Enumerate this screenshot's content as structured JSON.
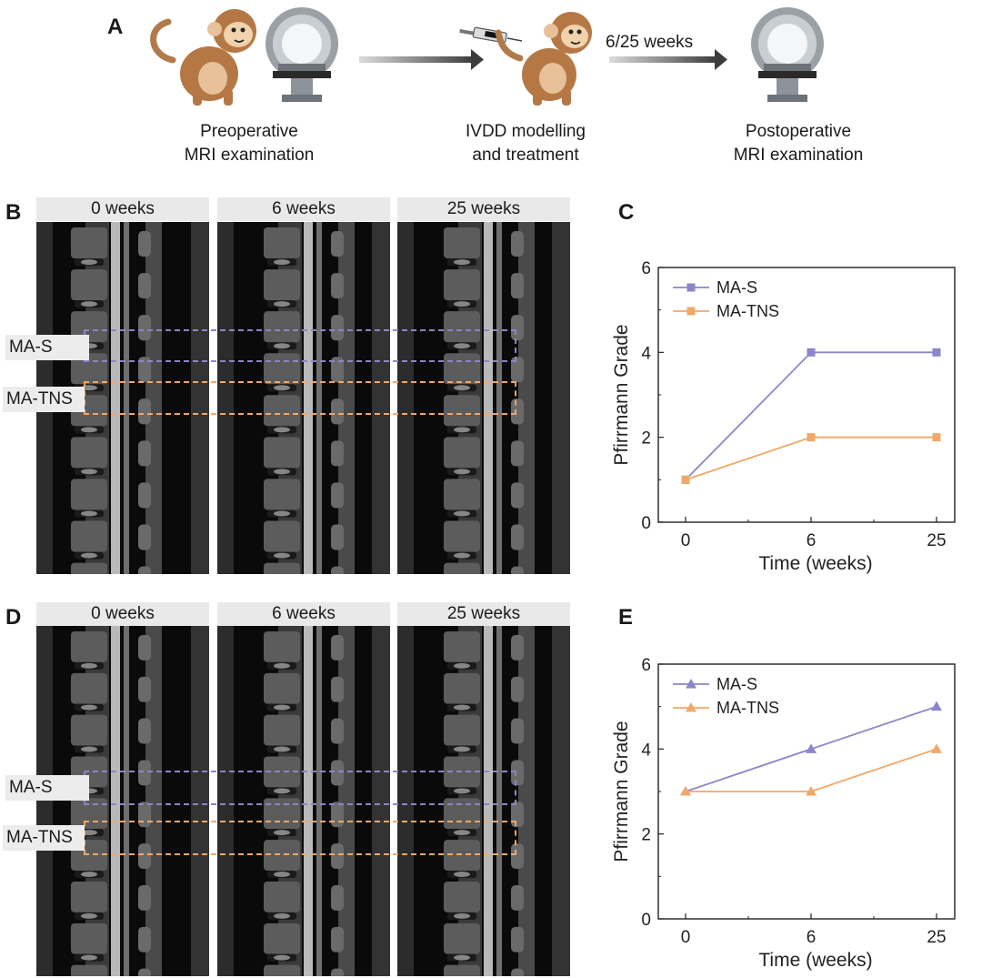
{
  "panels": {
    "a": "A",
    "b": "B",
    "c": "C",
    "d": "D",
    "e": "E"
  },
  "schematic": {
    "step1": [
      "Preoperative",
      "MRI examination"
    ],
    "step2": [
      "IVDD modelling",
      "and treatment"
    ],
    "step3": [
      "Postoperative",
      "MRI examination"
    ],
    "arrow_label": "6/25 weeks"
  },
  "mri_top": {
    "columns": [
      "0 weeks",
      "6 weeks",
      "25 weeks"
    ],
    "rows": [
      "MA-S",
      "MA-TNS"
    ]
  },
  "mri_bottom": {
    "columns": [
      "0 weeks",
      "6 weeks",
      "25 weeks"
    ],
    "rows": [
      "MA-S",
      "MA-TNS"
    ]
  },
  "colors": {
    "ma_s": "#8a86c8",
    "ma_tns": "#f0a868"
  },
  "chart_data": [
    {
      "type": "line",
      "panel": "C",
      "xlabel": "Time (weeks)",
      "ylabel": "Pfirrmann Grade",
      "categories": [
        "0",
        "6",
        "25"
      ],
      "ylim": [
        0,
        6
      ],
      "yticks": [
        "0",
        "2",
        "4",
        "6"
      ],
      "marker": "square",
      "legend": "top-left",
      "series": [
        {
          "name": "MA-S",
          "values": [
            1,
            4,
            4
          ]
        },
        {
          "name": "MA-TNS",
          "values": [
            1,
            2,
            2
          ]
        }
      ]
    },
    {
      "type": "line",
      "panel": "E",
      "xlabel": "Time (weeks)",
      "ylabel": "Pfirrmann Grade",
      "categories": [
        "0",
        "6",
        "25"
      ],
      "ylim": [
        0,
        6
      ],
      "yticks": [
        "0",
        "2",
        "4",
        "6"
      ],
      "marker": "triangle",
      "legend": "top-left",
      "series": [
        {
          "name": "MA-S",
          "values": [
            3,
            4,
            5
          ]
        },
        {
          "name": "MA-TNS",
          "values": [
            3,
            3,
            4
          ]
        }
      ]
    }
  ]
}
